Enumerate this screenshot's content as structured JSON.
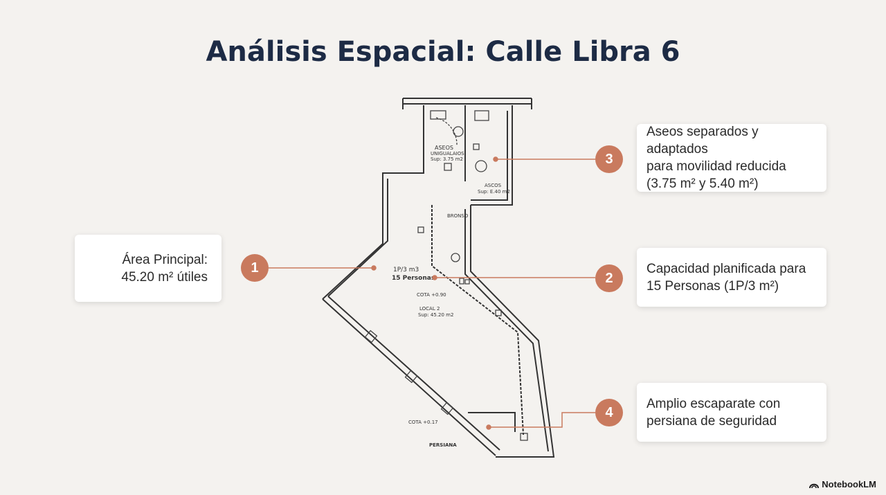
{
  "title": "Análisis Espacial: Calle Libra 6",
  "callouts": [
    {
      "number": "1",
      "lines": [
        "Área Principal:",
        "45.20 m² útiles"
      ]
    },
    {
      "number": "2",
      "lines": [
        "Capacidad planificada para",
        "15 Personas (1P/3 m²)"
      ]
    },
    {
      "number": "3",
      "lines": [
        "Aseos separados y adaptados",
        "para movilidad reducida",
        "(3.75 m² y 5.40 m²)"
      ]
    },
    {
      "number": "4",
      "lines": [
        "Amplio escaparate con",
        "persiana de seguridad"
      ]
    }
  ],
  "plan_labels": {
    "aseos1_title": "ASEOS",
    "aseos1_sub": "UNIGUALAIOS",
    "aseos1_area": "Sup: 3.75 m2",
    "aseos2_title": "ASCOS",
    "aseos2_area": "Sup: E.40 m2",
    "bronso": "BRONSO",
    "capacity_1": "1P/3 m3",
    "capacity_2": "15 Personas",
    "cota_1": "COTA +0.90",
    "local": "LOCAL 2",
    "local_area": "Sup: 45.20 m2",
    "cota_2": "COTA +0.17",
    "persiana": "PERSIANA"
  },
  "brand": "NotebookLM",
  "colors": {
    "accent": "#c97a5e",
    "title": "#1d2b45",
    "line": "#c97a5e"
  }
}
